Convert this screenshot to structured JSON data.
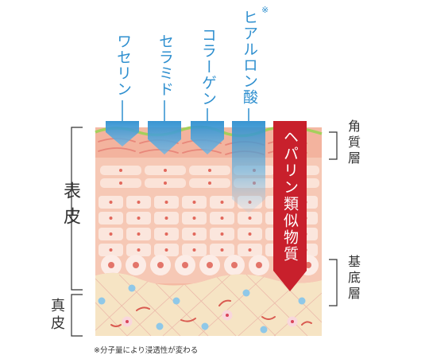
{
  "ingredients": [
    {
      "label": "ワセリン"
    },
    {
      "label": "セラミド"
    },
    {
      "label": "コラーゲン"
    },
    {
      "label": "ヒアルロン酸"
    }
  ],
  "ingredient_note_mark": "※",
  "heparin_label": "ヘパリン類似物質",
  "layers": {
    "epidermis": "表皮",
    "dermis": "真皮",
    "stratum_corneum": "角質層",
    "basal_layer": "基底層"
  },
  "footnote": "※分子量により浸透性が変わる",
  "colors": {
    "ingredient_blue": "#2e8fcf",
    "heparin_red": "#c8202c",
    "skin_pink": "#f6c6b2",
    "dermis_beige": "#f6e4c4",
    "surface_green": "#a5cf5c"
  }
}
